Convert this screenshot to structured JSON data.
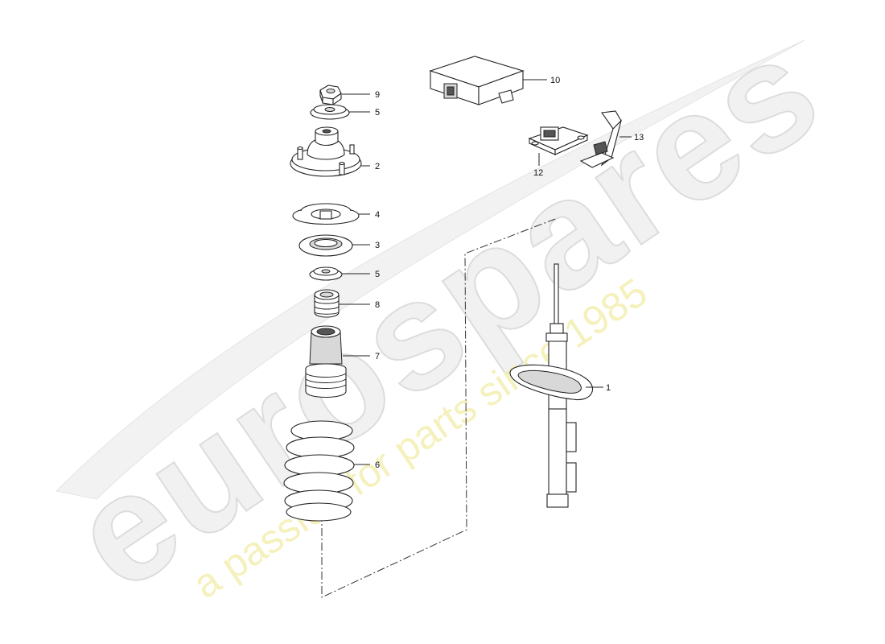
{
  "watermark": {
    "brand": "eurospares",
    "tagline": "a passion for parts since 1985"
  },
  "callouts": [
    {
      "id": "c9",
      "label": "9"
    },
    {
      "id": "c5a",
      "label": "5"
    },
    {
      "id": "c2",
      "label": "2"
    },
    {
      "id": "c4",
      "label": "4"
    },
    {
      "id": "c3",
      "label": "3"
    },
    {
      "id": "c5b",
      "label": "5"
    },
    {
      "id": "c8",
      "label": "8"
    },
    {
      "id": "c7",
      "label": "7"
    },
    {
      "id": "c6",
      "label": "6"
    },
    {
      "id": "c10",
      "label": "10"
    },
    {
      "id": "c12",
      "label": "12"
    },
    {
      "id": "c13",
      "label": "13"
    },
    {
      "id": "c1",
      "label": "1"
    }
  ]
}
